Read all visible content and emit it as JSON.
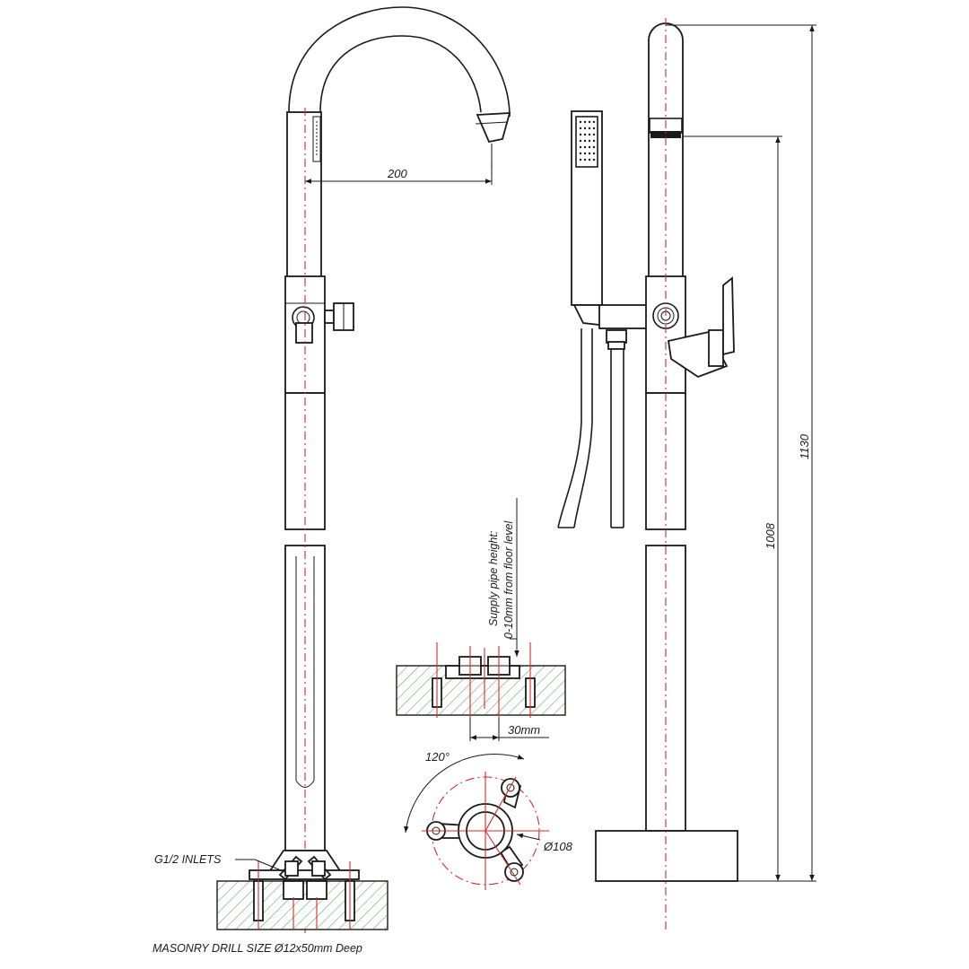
{
  "dimensions": {
    "spout_reach": "200",
    "overall_height": "1130",
    "outlet_height": "1008",
    "inlet_spacing": "30mm",
    "arm_angle": "120°",
    "flange_diameter": "Ø108"
  },
  "notes": {
    "supply_line1": "Supply pipe height:",
    "supply_line2": "0-10mm from floor level",
    "inlets": "G1/2 INLETS",
    "masonry": "MASONRY DRILL SIZE Ø12x50mm Deep"
  },
  "colors": {
    "centerline": "#d22a2a",
    "hatch": "#5aa55a",
    "line": "#1a1a1a"
  }
}
